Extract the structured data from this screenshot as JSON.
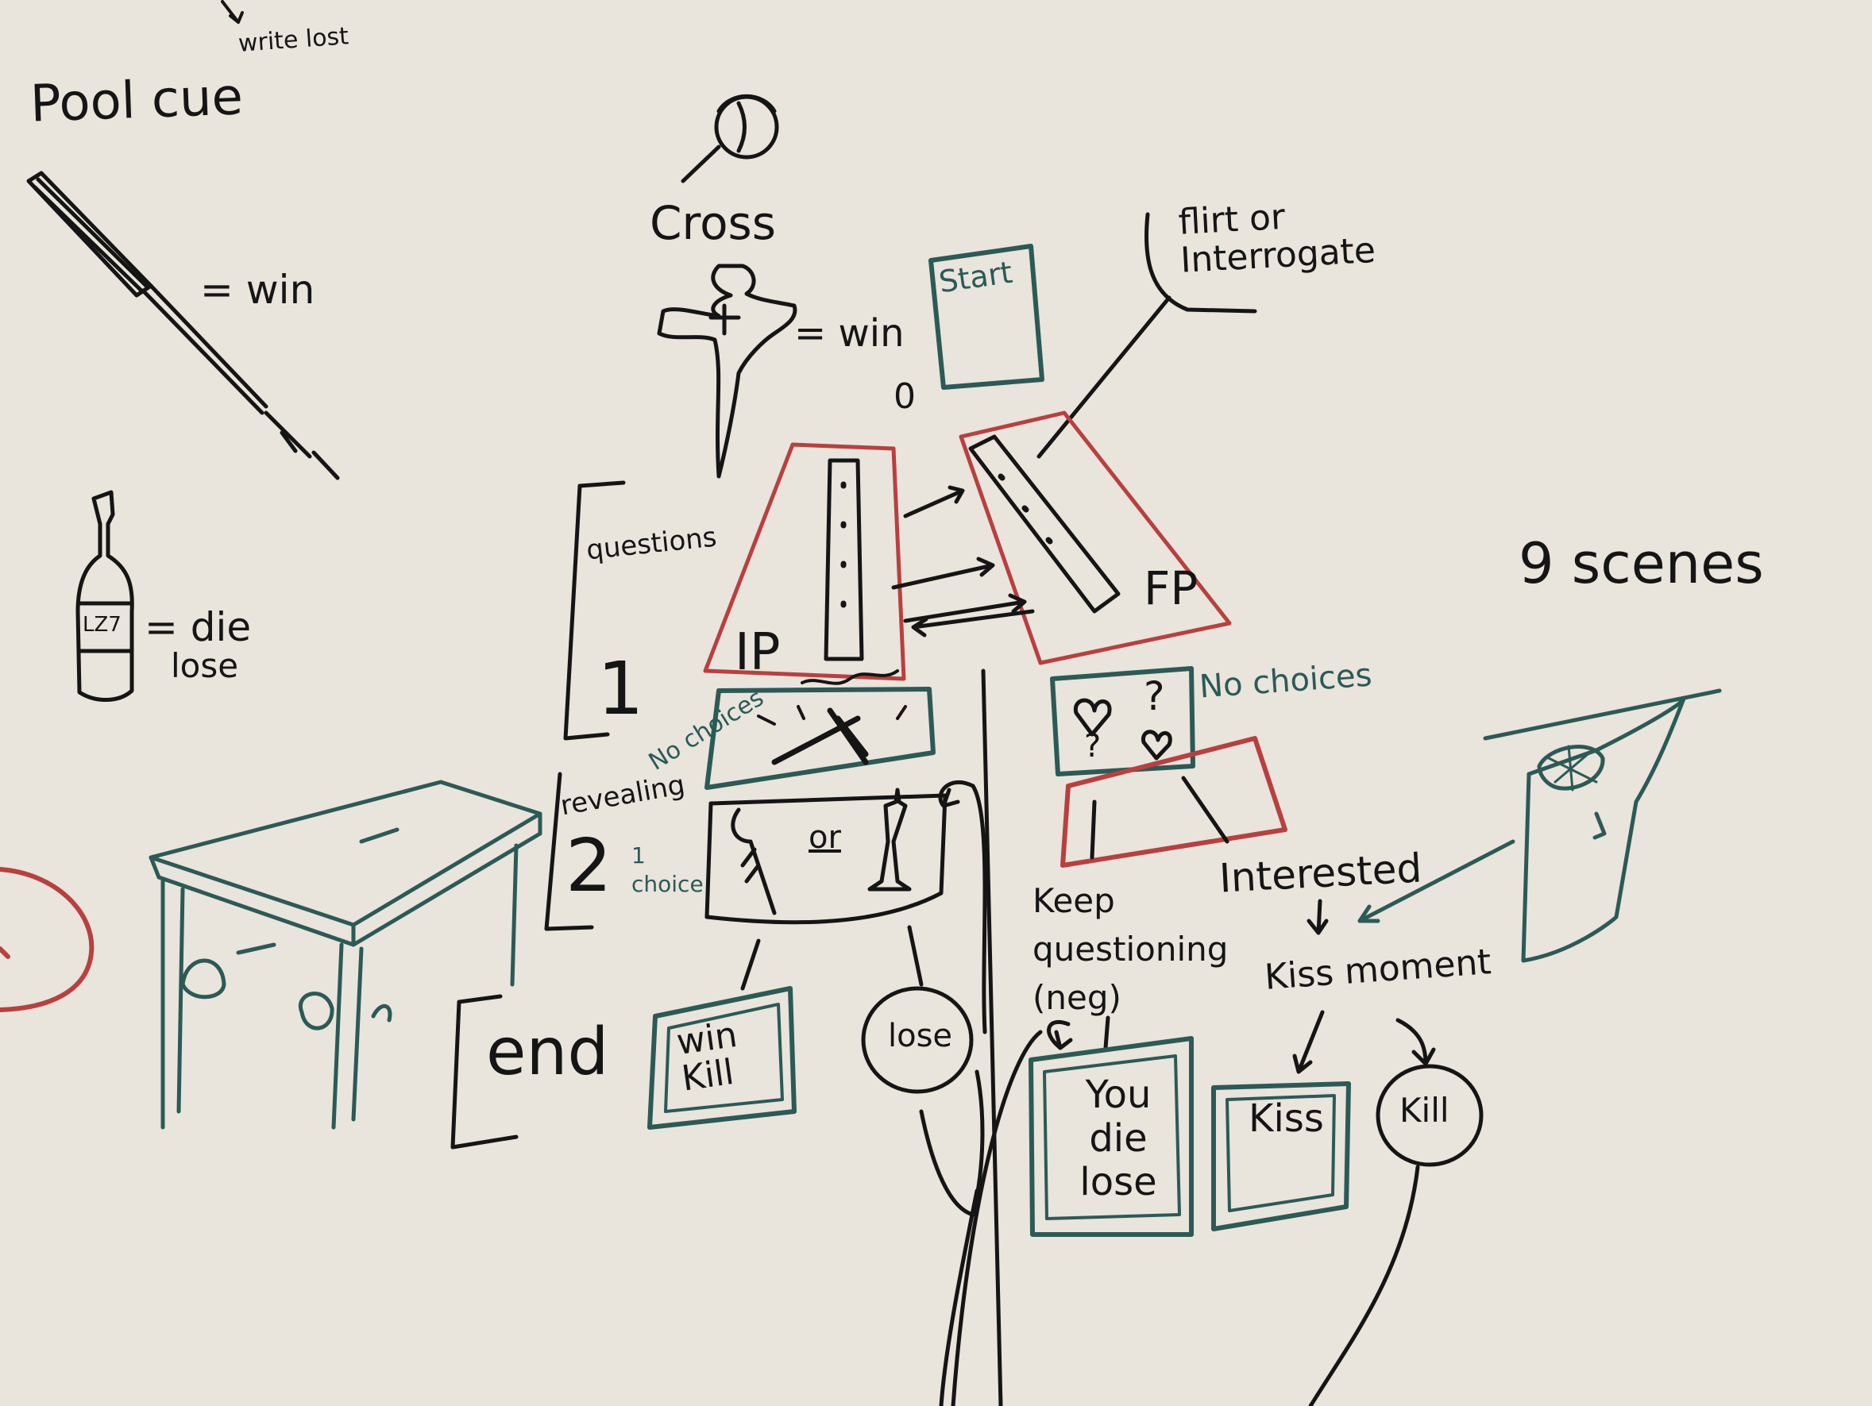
{
  "colors": {
    "board": "#e9e4dc",
    "black_marker": "#151515",
    "teal_marker": "#2b5a57",
    "red_marker": "#b8403f"
  },
  "labels": {
    "write_lost": "write lost",
    "pool_cue": "Pool cue",
    "pool_cue_win": "= win",
    "bottle_label": "LZ7",
    "die_lose_eq": "= die",
    "die_lose": "lose",
    "cross": "Cross",
    "cross_win": "= win",
    "start": "Start",
    "zero": "0",
    "flirt_or_interrogate": "flirt or Interrogate",
    "questions": "questions",
    "ip": "IP",
    "fp": "FP",
    "num_one": "1",
    "no_choices_left": "No choices",
    "no_choices_right": "No choices",
    "revealing": "revealing",
    "num_two": "2",
    "one_choice": "1 choice",
    "or": "or",
    "nine_scenes": "9 scenes",
    "interested": "Interested",
    "keep_questioning": "Keep questioning (neg)",
    "kiss_moment": "Kiss moment",
    "end": "end",
    "win_kill": "win Kill",
    "lose": "lose",
    "you_die_lose": "You die lose",
    "kiss": "Kiss",
    "kill": "Kill"
  }
}
